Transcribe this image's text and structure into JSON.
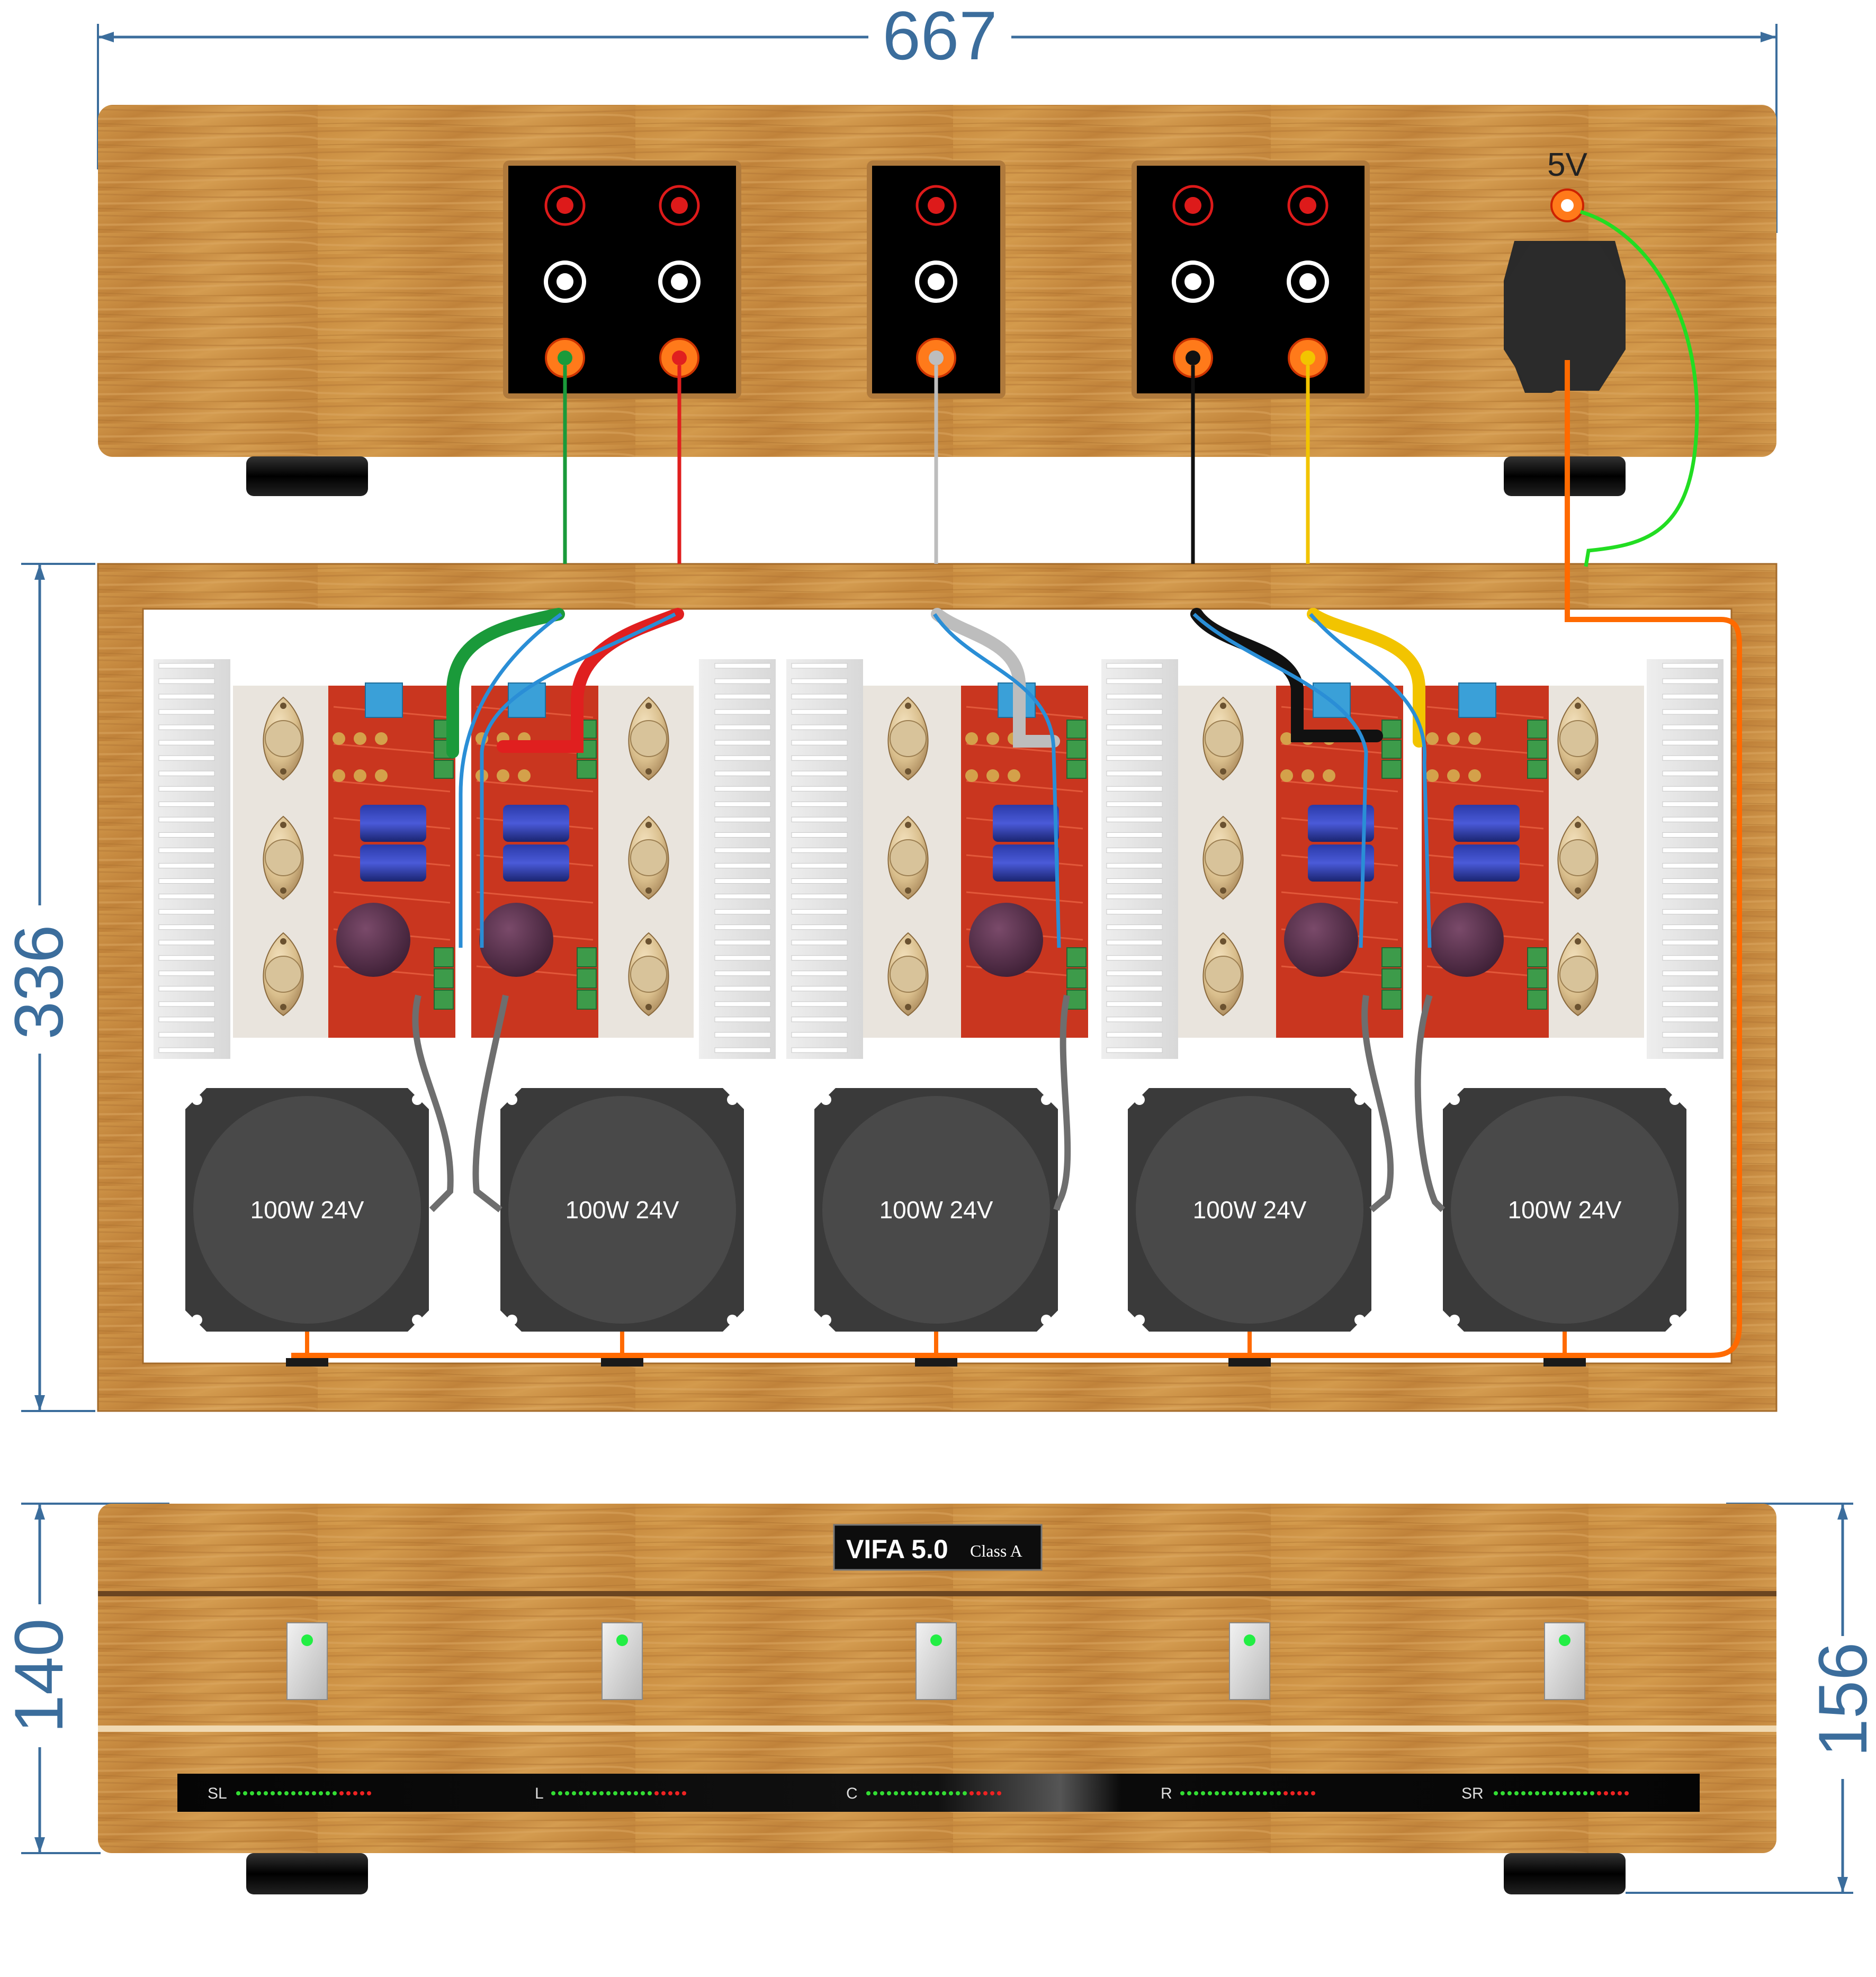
{
  "dimensions": {
    "width": "667",
    "depth": "336",
    "front_height": "140",
    "total_height": "156"
  },
  "rear_panel": {
    "power_label": "5V"
  },
  "wire_colors": [
    "#1a9a3a",
    "#e01f1f",
    "#bdbdbd",
    "#111111",
    "#f2c400"
  ],
  "power_wire_color": "#ff6a00",
  "trigger_wire_color": "#22dd22",
  "transformers": [
    {
      "label": "100W 24V"
    },
    {
      "label": "100W 24V"
    },
    {
      "label": "100W 24V"
    },
    {
      "label": "100W 24V"
    },
    {
      "label": "100W 24V"
    }
  ],
  "front_panel": {
    "logo": "VIFA 5.0",
    "logo_sub": "Class A",
    "channels": [
      {
        "label": "SL"
      },
      {
        "label": "L"
      },
      {
        "label": "C"
      },
      {
        "label": "R"
      },
      {
        "label": "SR"
      }
    ],
    "led_color": "#22ee44"
  },
  "wood_color": "#c8893c"
}
